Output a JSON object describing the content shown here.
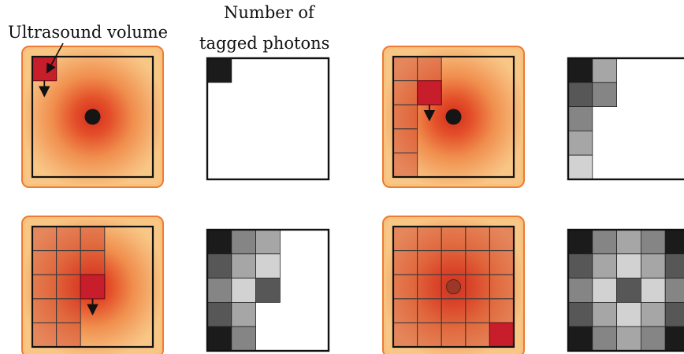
{
  "labels": {
    "ultrasound_volume": "Ultrasound volume",
    "number_of": "Number of",
    "tagged_photons": "tagged photons"
  },
  "colors": {
    "tissue_outer": "#f7c27e",
    "tissue_border": "#ee7a33",
    "tissue_center": "#d42d1e",
    "scan_cell": "#cf3a2a",
    "us_volume": "#c81d2b",
    "absorber": "#151515",
    "grid_line": "#3c3c3c",
    "frame_line": "#111111"
  },
  "panels": [
    {
      "id": "step1",
      "scanned": [
        [
          0,
          0
        ]
      ],
      "us_cell": [
        0,
        0
      ],
      "arrow": true,
      "absorber": "solid",
      "photon_grid": [
        [
          0,
          0,
          0
        ]
      ]
    },
    {
      "id": "step2",
      "scanned": [
        [
          0,
          0
        ],
        [
          0,
          1
        ],
        [
          0,
          2
        ],
        [
          0,
          3
        ],
        [
          0,
          4
        ],
        [
          1,
          0
        ],
        [
          1,
          1
        ]
      ],
      "us_cell": [
        1,
        1
      ],
      "arrow": true,
      "absorber": "solid",
      "photon_grid": [
        [
          0,
          0,
          0
        ],
        [
          0,
          1,
          1
        ],
        [
          0,
          2,
          2
        ],
        [
          0,
          3,
          3
        ],
        [
          0,
          4,
          4
        ],
        [
          1,
          0,
          3
        ],
        [
          1,
          1,
          2
        ]
      ]
    },
    {
      "id": "step3",
      "scanned": [
        [
          0,
          0
        ],
        [
          0,
          1
        ],
        [
          0,
          2
        ],
        [
          0,
          3
        ],
        [
          0,
          4
        ],
        [
          1,
          0
        ],
        [
          1,
          1
        ],
        [
          1,
          2
        ],
        [
          1,
          3
        ],
        [
          1,
          4
        ],
        [
          2,
          0
        ],
        [
          2,
          1
        ],
        [
          2,
          2
        ]
      ],
      "us_cell": [
        2,
        2
      ],
      "arrow": true,
      "absorber": "hidden",
      "photon_grid": [
        [
          0,
          0,
          0
        ],
        [
          0,
          1,
          1
        ],
        [
          0,
          2,
          2
        ],
        [
          0,
          3,
          1
        ],
        [
          0,
          4,
          0
        ],
        [
          1,
          0,
          2
        ],
        [
          1,
          1,
          3
        ],
        [
          1,
          2,
          4
        ],
        [
          1,
          3,
          3
        ],
        [
          1,
          4,
          2
        ],
        [
          2,
          0,
          3
        ],
        [
          2,
          1,
          4
        ],
        [
          2,
          2,
          1
        ]
      ]
    },
    {
      "id": "step4",
      "scanned": "all",
      "us_cell": [
        4,
        4
      ],
      "arrow": false,
      "absorber": "faded",
      "photon_grid": [
        [
          0,
          0,
          0
        ],
        [
          0,
          1,
          1
        ],
        [
          0,
          2,
          2
        ],
        [
          0,
          3,
          1
        ],
        [
          0,
          4,
          0
        ],
        [
          1,
          0,
          2
        ],
        [
          1,
          1,
          3
        ],
        [
          1,
          2,
          4
        ],
        [
          1,
          3,
          3
        ],
        [
          1,
          4,
          2
        ],
        [
          2,
          0,
          3
        ],
        [
          2,
          1,
          4
        ],
        [
          2,
          2,
          1
        ],
        [
          2,
          3,
          4
        ],
        [
          2,
          4,
          3
        ],
        [
          3,
          0,
          2
        ],
        [
          3,
          1,
          3
        ],
        [
          3,
          2,
          4
        ],
        [
          3,
          3,
          3
        ],
        [
          3,
          4,
          2
        ],
        [
          4,
          0,
          0
        ],
        [
          4,
          1,
          1
        ],
        [
          4,
          2,
          2
        ],
        [
          4,
          3,
          1
        ],
        [
          4,
          4,
          0
        ]
      ]
    }
  ],
  "gray_levels": [
    "#1b1b1b",
    "#575757",
    "#858585",
    "#a6a6a6",
    "#d2d2d2"
  ]
}
